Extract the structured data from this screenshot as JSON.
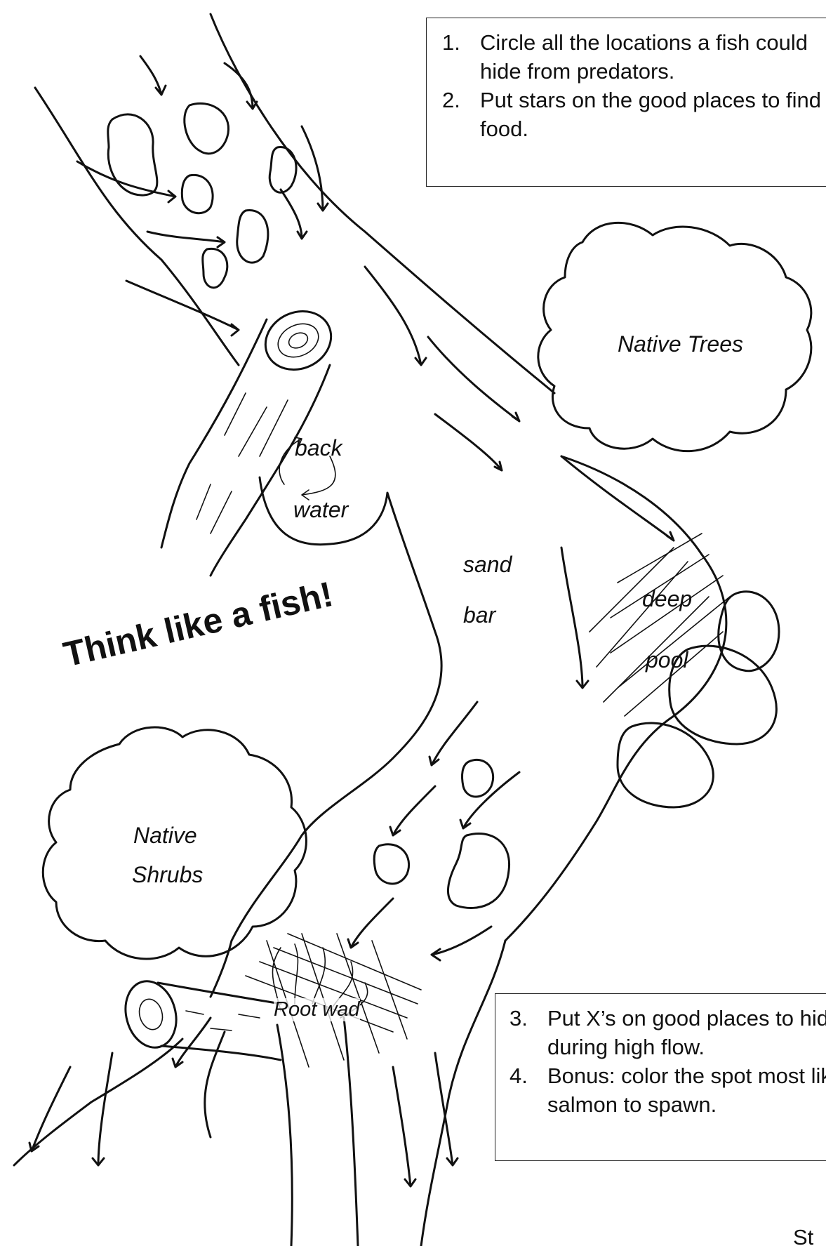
{
  "instructions_top": [
    {
      "num": "1.",
      "text": "Circle all the locations a fish could hide from predators."
    },
    {
      "num": "2.",
      "text": "Put stars on the good places to find food."
    }
  ],
  "instructions_bottom": [
    {
      "num": "3.",
      "text": "Put X’s on good places to hide out during high flow."
    },
    {
      "num": "4.",
      "text": "Bonus: color the spot most likely for salmon to spawn."
    }
  ],
  "title": "Think like a fish!",
  "labels": {
    "native_trees": "Native Trees",
    "native_shrubs_1": "Native",
    "native_shrubs_2": "Shrubs",
    "backwater_1": "back",
    "backwater_2": "water",
    "sandbar_1": "sand",
    "sandbar_2": "bar",
    "deep_pool_1": "deep",
    "deep_pool_2": "pool",
    "root_wad": "Root wad"
  },
  "corner_text": "St"
}
